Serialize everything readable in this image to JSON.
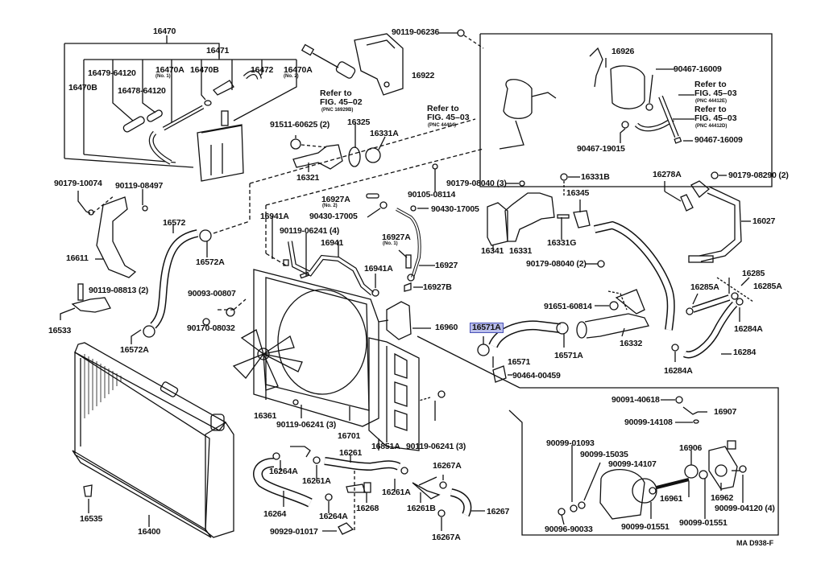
{
  "diagram": {
    "figure_code": "MA D938-F",
    "highlighted_part": "16571A",
    "highlight_color": "#b9bdea",
    "highlight_border": "#4a52b8",
    "groups": {
      "reserve_tank": {
        "group_label": "16470",
        "sub_label": "16471",
        "parts": [
          "16479-64120",
          "16478-64120",
          "16470B",
          "16470A",
          "16470B",
          "16472",
          "16470A"
        ],
        "notes": {
          "16470A_no1": "(No. 1)",
          "16470A_no2": "(No. 2)"
        }
      },
      "fuel_filter_box": {
        "parts": [
          "16926",
          "90467-16009",
          "90467-19015",
          "90467-16009"
        ],
        "refs": [
          {
            "line1": "Refer to",
            "line2": "FIG. 45–03",
            "pnc": "(PNC 44412E)"
          },
          {
            "line1": "Refer to",
            "line2": "FIG. 45–03",
            "pnc": "(PNC 44412D)"
          }
        ]
      },
      "power_steering_pump_box": {
        "parts": [
          "90091-40618",
          "16907",
          "90099-14108",
          "90099-01093",
          "90099-15035",
          "90099-14107",
          "16906",
          "16961",
          "16962",
          "90099-04120 (4)",
          "90096-90033",
          "90099-01551",
          "90099-01551"
        ]
      }
    },
    "refs": [
      {
        "line1": "Refer to",
        "line2": "FIG. 45–02",
        "pnc": "(PNC 16929B)"
      },
      {
        "line1": "Refer to",
        "line2": "FIG. 45–03",
        "pnc": "(PNC 44404)"
      }
    ],
    "labels": {
      "p16470": "16470",
      "p16471": "16471",
      "p16479": "16479-64120",
      "p16478": "16478-64120",
      "p16470B_a": "16470B",
      "p16470A_1": "16470A",
      "p16470A_1n": "(No. 1)",
      "p16470B_b": "16470B",
      "p16472": "16472",
      "p16470A_2": "16470A",
      "p16470A_2n": "(No. 2)",
      "p90119_06236": "90119-06236",
      "p16922": "16922",
      "p91511": "91511-60625 (2)",
      "p16325": "16325",
      "p16331A": "16331A",
      "p16321": "16321",
      "p16926": "16926",
      "p90467_16009a": "90467-16009",
      "p90467_19015": "90467-19015",
      "p90467_16009b": "90467-16009",
      "p90179_10074": "90179-10074",
      "p90119_08497": "90119-08497",
      "p16611": "16611",
      "p16572": "16572",
      "p16572A_a": "16572A",
      "p90119_08813": "90119-08813 (2)",
      "p16533": "16533",
      "p90093": "90093-00807",
      "p90170": "90170-08032",
      "p16572A_b": "16572A",
      "p90105": "90105-08114",
      "p90179_08040_3": "90179-08040 (3)",
      "p16927A_2": "16927A",
      "p16927A_2n": "(No. 2)",
      "p90430a": "90430-17005",
      "p90430b": "90430-17005",
      "p16941A_a": "16941A",
      "p90119_06241_4": "90119-06241 (4)",
      "p16941": "16941",
      "p16927A_1": "16927A",
      "p16927A_1n": "(No. 1)",
      "p16941A_b": "16941A",
      "p16927": "16927",
      "p16927B": "16927B",
      "p16960": "16960",
      "p16331B": "16331B",
      "p16345": "16345",
      "p16341": "16341",
      "p16331": "16331",
      "p16331G": "16331G",
      "p90179_08040_2": "90179-08040 (2)",
      "p16278A": "16278A",
      "p90179_08290": "90179-08290 (2)",
      "p16027": "16027",
      "p16285": "16285",
      "p16285A_a": "16285A",
      "p16285A_b": "16285A",
      "p91651": "91651-60814",
      "p16571A_hl": "16571A",
      "p16332": "16332",
      "p16284A_a": "16284A",
      "p16571": "16571",
      "p16571A_b": "16571A",
      "p16284": "16284",
      "p16284A_b": "16284A",
      "p90464": "90464-00459",
      "p16361": "16361",
      "p90119_06241_3a": "90119-06241 (3)",
      "p16701": "16701",
      "p16851A": "16851A",
      "p90119_06241_3b": "90119-06241 (3)",
      "p16261": "16261",
      "p16264A_a": "16264A",
      "p16261A_a": "16261A",
      "p16261A_b": "16261A",
      "p16267A_a": "16267A",
      "p16268": "16268",
      "p16261B": "16261B",
      "p16267": "16267",
      "p16264": "16264",
      "p16264A_b": "16264A",
      "p16267A_b": "16267A",
      "p90929": "90929-01017",
      "p16535": "16535",
      "p16400": "16400",
      "p90091": "90091-40618",
      "p16907": "16907",
      "p90099_14108": "90099-14108",
      "p90099_01093": "90099-01093",
      "p90099_15035": "90099-15035",
      "p90099_14107": "90099-14107",
      "p16906": "16906",
      "p16961": "16961",
      "p16962": "16962",
      "p90099_04120": "90099-04120 (4)",
      "p90096": "90096-90033",
      "p90099_01551a": "90099-01551",
      "p90099_01551b": "90099-01551",
      "ref1_l1": "Refer to",
      "ref1_l2": "FIG. 45–02",
      "ref1_pnc": "(PNC 16929B)",
      "ref2_l1": "Refer to",
      "ref2_l2": "FIG. 45–03",
      "ref2_pnc": "(PNC 44404)",
      "ref3_l1": "Refer to",
      "ref3_l2": "FIG. 45–03",
      "ref3_pnc": "(PNC 44412E)",
      "ref4_l1": "Refer to",
      "ref4_l2": "FIG. 45–03",
      "ref4_pnc": "(PNC 44412D)",
      "fig_code": "MA D938-F"
    }
  }
}
